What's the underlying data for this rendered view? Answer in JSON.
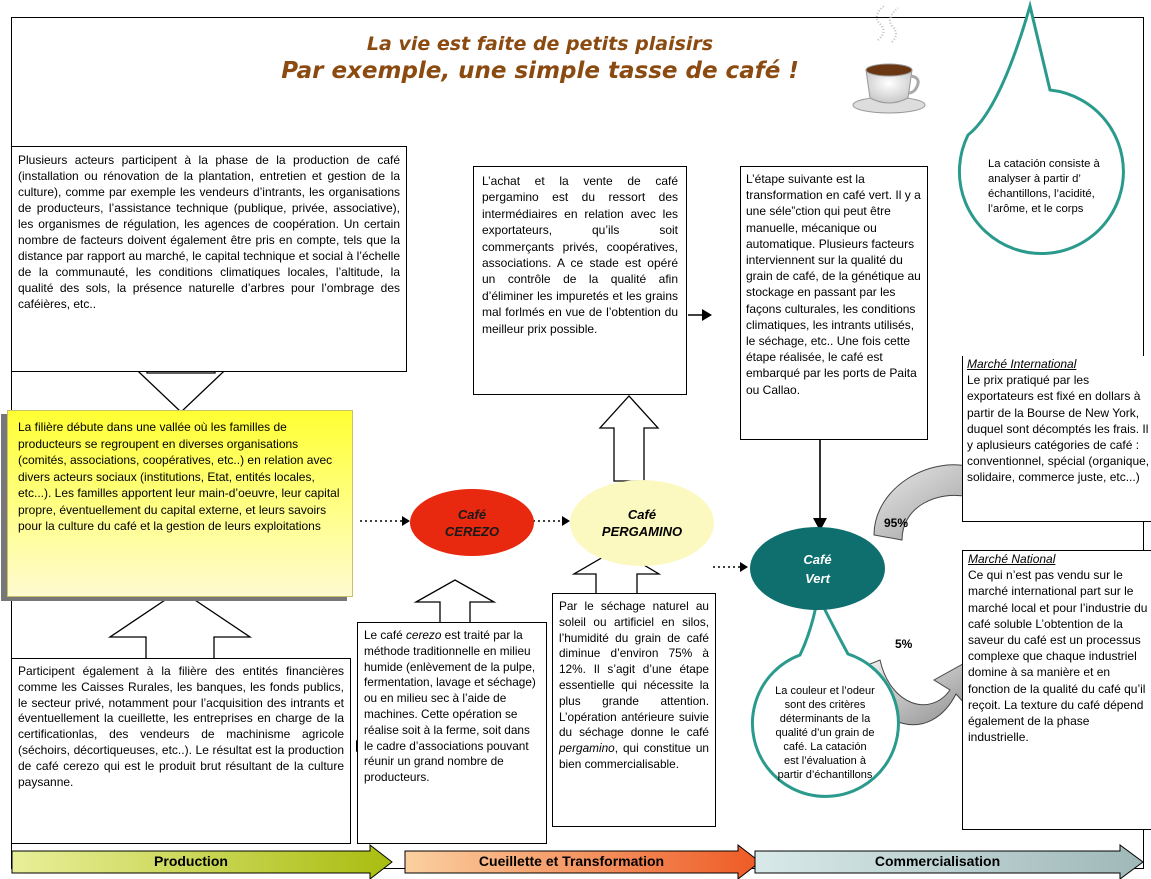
{
  "title": {
    "line1": "La vie est faite de petits plaisirs",
    "line2": "Par exemple, une simple tasse de café !"
  },
  "boxes": {
    "acteurs": "Plusieurs acteurs participent à la phase de la production de café (installation ou rénovation de la plantation, entretien et gestion de la culture), comme par exemple les vendeurs d’intrants, les organisations de producteurs, l’assistance technique (publique, privée, associative), les organismes de régulation, les agences de coopération. Un certain nombre de facteurs doivent également être pris en compte, tels que la distance par rapport au marché, le capital technique et social à l’échelle de la communauté, les conditions climatiques locales, l’altitude, la qualité des sols, la présence naturelle d’arbres pour l’ombrage des caféières, etc..",
    "filiere": "La filière débute dans une vallée où les familles de producteurs se regroupent en diverses organisations (comités, associations, coopératives, etc..) en relation avec divers acteurs sociaux (institutions, Etat, entités locales, etc...). Les familles apportent leur main-d’oeuvre, leur capital propre, éventuellement du capital externe, et leurs savoirs pour la culture du café et la gestion de leurs exploitations",
    "financieres": "Participent également à la filière des entités financières comme les Caisses Rurales, les banques, les fonds publics, le secteur privé, notamment pour l’acquisition des intrants et éventuellement la cueillette, les entreprises en charge de la certificationlas, des vendeurs de machinisme agricole (séchoirs, décortiqueuses, etc..). Le résultat est la production de café cerezo qui est le produit brut résultant de la culture paysanne.",
    "cerezo_pre": "Le café ",
    "cerezo_em": "cerezo",
    "cerezo_post": " est traité par la méthode traditionnelle en milieu humide (enlèvement de la pulpe, fermentation, lavage et séchage) ou en milieu sec à l’aide de machines. Cette opération se réalise soit à la ferme, soit dans le cadre d’associations pouvant réunir un grand nombre de producteurs.",
    "sechage_pre": "Par le séchage naturel au soleil ou artificiel en silos, l’humidité du grain de café diminue d’environ 75% à 12%. Il s’agit d’une étape essentielle qui nécessite la plus grande attention. L’opération antérieure suivie du séchage donne le café ",
    "sechage_em": "pergamino",
    "sechage_post": ", qui constitue un bien commercialisable.",
    "achat": "L’achat et la vente de café pergamino est du ressort des intermédiaires en relation avec les exportateurs, qu’ils soit commerçants privés, coopératives, associations. A ce stade est opéré un contrôle de la qualité afin d’éliminer les impuretés et les grains mal forlmés en vue de l’obtention du meilleur prix possible.",
    "transformation": "L’étape suivante est la transformation en café vert. Il y a une séle”ction qui peut être manuelle, mécanique ou automatique. Plusieurs facteurs interviennent sur la qualité du grain de café, de la génétique au stockage en passant par les façons culturales, les conditions climatiques, les intrants utilisés, le séchage, etc.. Une fois cette étape réalisée, le café est embarqué par les ports de Paita ou Callao.",
    "international_title": "Marché  International",
    "international_body": "Le prix pratiqué par les exportateurs est fixé en dollars à partir de la Bourse de New York, duquel sont décomptés les frais. Il y aplusieurs catégories de café : conventionnel, spécial (organique, solidaire, commerce juste, etc...)",
    "national_title": "Marché National",
    "national_body": "Ce qui n’est pas vendu sur le marché international part sur le marché local et pour l’industrie du café soluble L’obtention de la saveur du café est un processus complexe que chaque industriel domine à sa manière et en fonction de la qualité du café qu’il reçoit. La texture du café dépend également de la phase industrielle."
  },
  "bubbles": {
    "catacion": "La catación consiste à analyser à partir d’ échantillons, l’acidité, l’arôme, et le corps",
    "couleur": "La couleur et l’odeur sont des critères déterminants de la qualité d’un grain de café. La catación est l’évaluation à partir d’échantillons"
  },
  "nodes": {
    "cerezo": [
      "Café",
      "CEREZO"
    ],
    "pergamino": [
      "Café",
      "PERGAMINO"
    ],
    "vert": [
      "Café",
      "Vert"
    ]
  },
  "percents": {
    "international": "95%",
    "national": "5%"
  },
  "phases": [
    "Production",
    "Cueillette et Transformation",
    "Commercialisation"
  ],
  "colors": {
    "title": "#8a4a10",
    "cerezo": "#e8280f",
    "pergamino": "#fbf8c0",
    "vert": "#0f6e6e",
    "bubble_border": "#2a9a8c",
    "production_band": "#b9c91a",
    "transformation_band": "#f28a3a",
    "commercialisation_band": "#bfd6d6"
  },
  "icons": [
    "coffee-cup-icon"
  ]
}
